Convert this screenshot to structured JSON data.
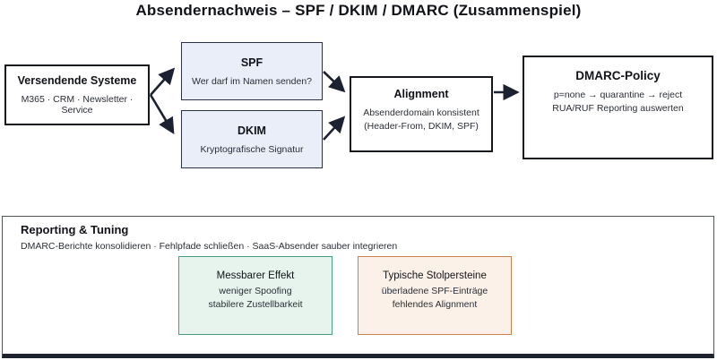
{
  "title": "Absendernachweis – SPF / DKIM / DMARC (Zusammenspiel)",
  "flow": {
    "sender": {
      "title": "Versendende Systeme",
      "subtitle": "M365 · CRM · Newsletter · Service"
    },
    "spf": {
      "title": "SPF",
      "subtitle": "Wer darf im Namen senden?"
    },
    "dkim": {
      "title": "DKIM",
      "subtitle": "Kryptografische Signatur"
    },
    "alignment": {
      "title": "Alignment",
      "line1": "Absenderdomain konsistent",
      "line2": "(Header-From, DKIM, SPF)"
    },
    "dmarc": {
      "title": "DMARC-Policy",
      "line1": "p=none → quarantine → reject",
      "line2": "RUA/RUF Reporting auswerten"
    }
  },
  "reporting": {
    "title": "Reporting & Tuning",
    "subtitle": "DMARC-Berichte konsolidieren · Fehlpfade schließen · SaaS-Absender sauber integrieren",
    "effect": {
      "title": "Messbarer Effekt",
      "line1": "weniger Spoofing",
      "line2": "stabilere Zustellbarkeit"
    },
    "pitfalls": {
      "title": "Typische Stolpersteine",
      "line1": "überladene SPF-Einträge",
      "line2": "fehlendes Alignment"
    }
  },
  "colors": {
    "arrow": "#1b2130",
    "box_border_dark": "#15181f",
    "spf_dkim_bg": "#eaeef8",
    "effect_bg": "#e6f4ed",
    "effect_border": "#48a07e",
    "pitfalls_bg": "#fcf1e8",
    "pitfalls_border": "#c8814f",
    "panel_bottom_bar": "#1e2330"
  }
}
